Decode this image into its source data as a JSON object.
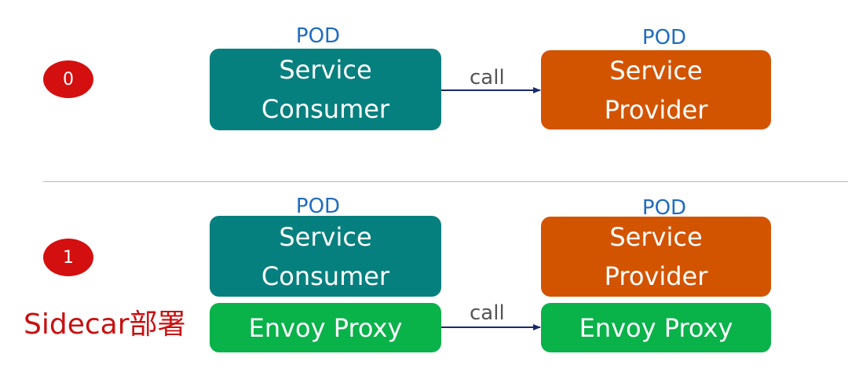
{
  "scenarios": [
    {
      "step": "0",
      "consumer": {
        "pod_label": "POD",
        "line1": "Service",
        "line2": "Consumer"
      },
      "provider": {
        "pod_label": "POD",
        "line1": "Service",
        "line2": "Provider"
      },
      "call_label": "call"
    },
    {
      "step": "1",
      "consumer": {
        "pod_label": "POD",
        "line1": "Service",
        "line2": "Consumer",
        "proxy": "Envoy Proxy"
      },
      "provider": {
        "pod_label": "POD",
        "line1": "Service",
        "line2": "Provider",
        "proxy": "Envoy Proxy"
      },
      "call_label": "call",
      "sidecar_label": "Sidecar部署"
    }
  ],
  "colors": {
    "consumer": "#06807f",
    "provider": "#d35400",
    "proxy": "#0ab24a",
    "pod_label": "#1f6cc0",
    "badge": "#d40f0f",
    "sidecar_label": "#c81010",
    "arrow": "#1a2a6c"
  }
}
